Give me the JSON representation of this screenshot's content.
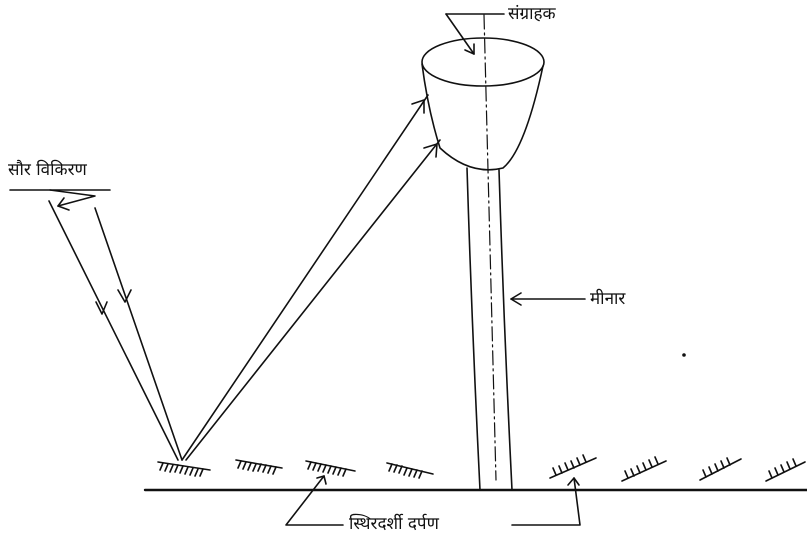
{
  "labels": {
    "collector": "संग्राहक",
    "solar_radiation": "सौर विकिरण",
    "tower": "मीनार",
    "heliostat_mirrors": "स्थिरदर्शी दर्पण"
  },
  "colors": {
    "ink": "#111111",
    "background": "#ffffff"
  }
}
